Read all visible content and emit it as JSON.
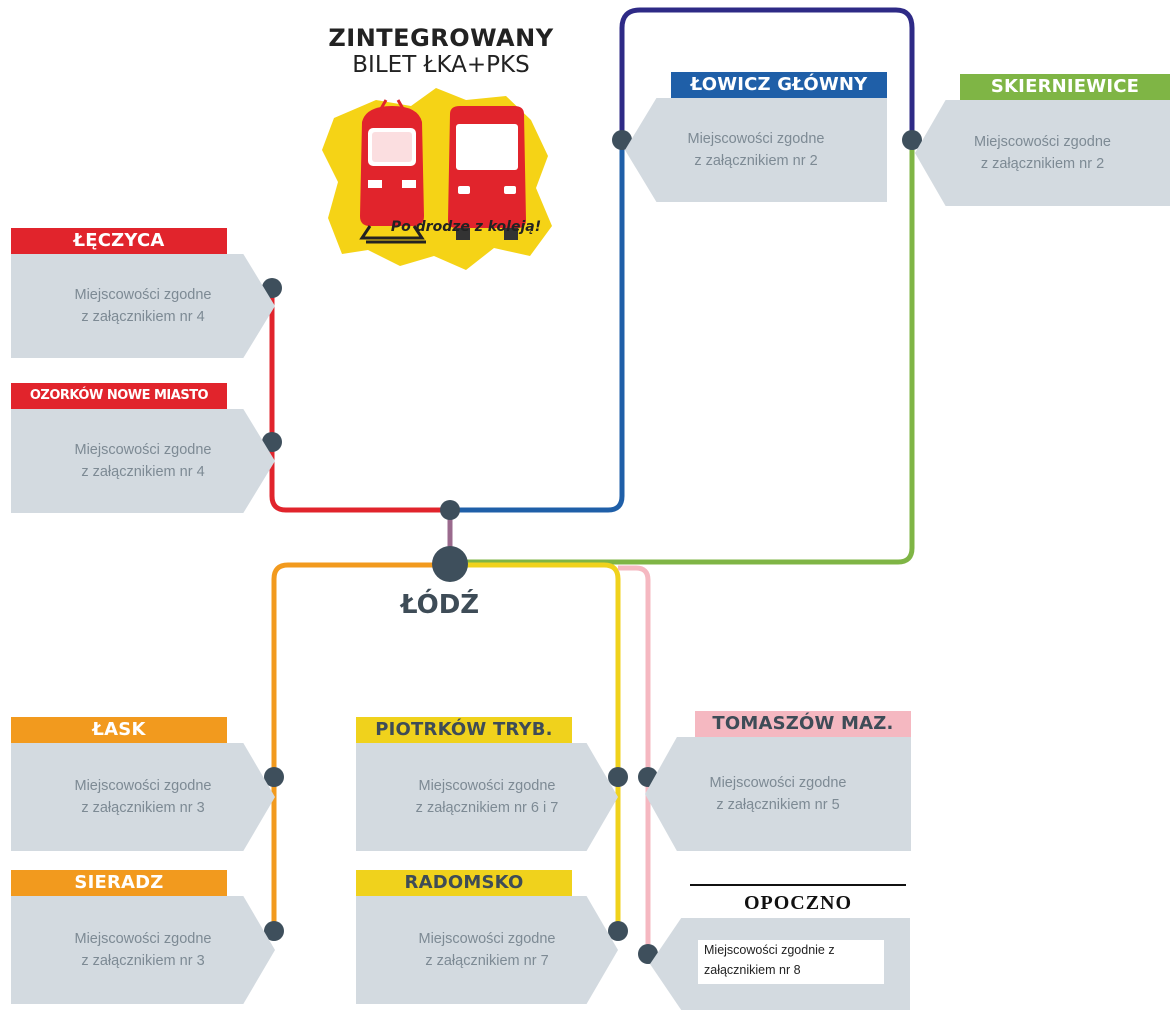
{
  "logo": {
    "title": "ZINTEGROWANY",
    "subtitle": "BILET ŁKA+PKS",
    "slogan": "Po drodze z koleją!"
  },
  "hub": {
    "name": "ŁÓDŹ"
  },
  "stations": {
    "leczyca": {
      "name": "ŁĘCZYCA",
      "desc": "Miejscowości zgodne\nz załącznikiem nr 4"
    },
    "ozorkow": {
      "name": "OZORKÓW NOWE MIASTO",
      "desc": "Miejscowości zgodne\nz załącznikiem nr 4"
    },
    "lowicz": {
      "name": "ŁOWICZ GŁÓWNY",
      "desc": "Miejscowości zgodne\nz załącznikiem nr 2"
    },
    "skierniewice": {
      "name": "SKIERNIEWICE",
      "desc": "Miejscowości zgodne\nz załącznikiem nr 2"
    },
    "lask": {
      "name": "ŁASK",
      "desc": "Miejscowości zgodne\nz załącznikiem nr 3"
    },
    "sieradz": {
      "name": "SIERADZ",
      "desc": "Miejscowości zgodne\nz załącznikiem nr 3"
    },
    "piotrkow": {
      "name": "PIOTRKÓW TRYB.",
      "desc": "Miejscowości zgodne\nz załącznikiem nr 6  i 7"
    },
    "radomsko": {
      "name": "RADOMSKO",
      "desc": "Miejscowości zgodne\nz załącznikiem nr 7"
    },
    "tomaszow": {
      "name": "TOMASZÓW MAZ.",
      "desc": "Miejscowości zgodne\nz załącznikiem nr 5"
    },
    "opoczno": {
      "name": "OPOCZNO",
      "desc": "Miejscowości zgodnie z\nzałącznikiem nr 8"
    }
  },
  "colors": {
    "red": "#e1242c",
    "blue": "#1f5fa8",
    "navy": "#2e2a86",
    "green": "#7fb545",
    "orange": "#f29a1e",
    "yellow": "#f0d21c",
    "pink": "#f5b8c1",
    "node": "#3e4f5c"
  }
}
